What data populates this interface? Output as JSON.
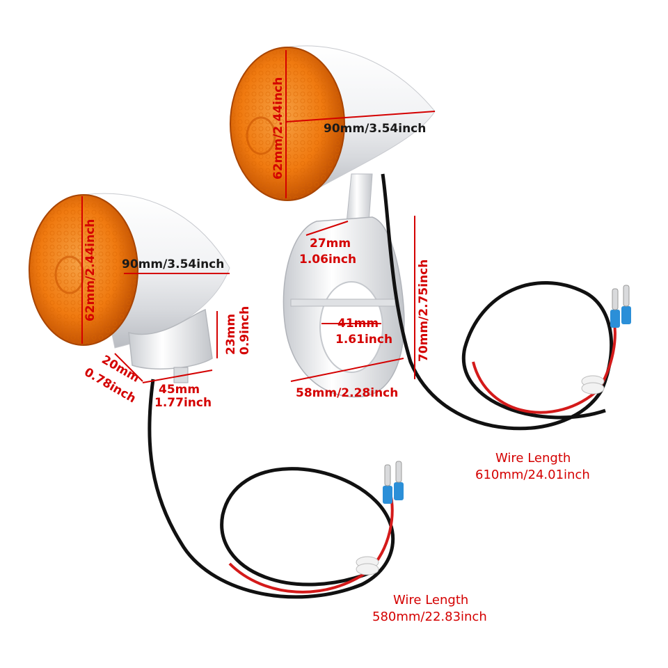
{
  "colors": {
    "lens": "#f07a10",
    "lens_dark": "#c95400",
    "chrome": "#e9eaec",
    "dimension": "#d40000",
    "wire_black": "#111111",
    "wire_red": "#d41a1a",
    "connector_blue": "#2b8fd8"
  },
  "left_light": {
    "lens_height": "62mm/2.44inch",
    "body_length": "90mm/3.54inch",
    "mount_height_mm": "23mm",
    "mount_height_in": "0.9inch",
    "stem_offset_mm": "20mm",
    "stem_offset_in": "0.78inch",
    "base_width_mm": "45mm",
    "base_width_in": "1.77inch",
    "wire_length_title": "Wire Length",
    "wire_length_value": "580mm/22.83inch"
  },
  "right_light": {
    "lens_height": "62mm/2.44inch",
    "body_length": "90mm/3.54inch",
    "stem_width_mm": "27mm",
    "stem_width_in": "1.06inch",
    "clamp_height": "70mm/2.75inch",
    "clamp_inner_mm": "41mm",
    "clamp_inner_in": "1.61inch",
    "clamp_width": "58mm/2.28inch",
    "wire_length_title": "Wire Length",
    "wire_length_value": "610mm/24.01inch"
  }
}
